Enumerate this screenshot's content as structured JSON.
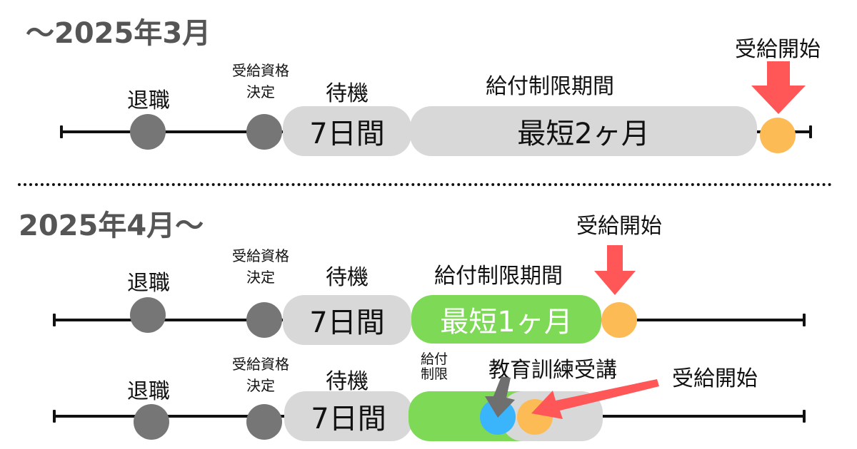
{
  "colors": {
    "heading": "#555555",
    "milestone_gray": "#767676",
    "benefit_start_orange": "#fdbb56",
    "training_blue": "#3ab4fa",
    "period_gray": "#d8d8d8",
    "restriction_green": "#7ed957",
    "arrow_red": "#ff5757",
    "arrow_gray": "#6f6f6f"
  },
  "section_before": {
    "heading": "～2025年3月",
    "timeline": {
      "retirement_label": "退職",
      "eligibility_label_line1": "受給資格",
      "eligibility_label_line2": "決定",
      "waiting_label": "待機",
      "waiting_period": "7日間",
      "restriction_label": "給付制限期間",
      "restriction_period": "最短2ヶ月",
      "benefit_start_label": "受給開始"
    }
  },
  "section_after": {
    "heading": "2025年4月～",
    "timeline_normal": {
      "retirement_label": "退職",
      "eligibility_label_line1": "受給資格",
      "eligibility_label_line2": "決定",
      "waiting_label": "待機",
      "waiting_period": "7日間",
      "restriction_label": "給付制限期間",
      "restriction_period": "最短1ヶ月",
      "benefit_start_label": "受給開始"
    },
    "timeline_training": {
      "retirement_label": "退職",
      "eligibility_label_line1": "受給資格",
      "eligibility_label_line2": "決定",
      "waiting_label": "待機",
      "waiting_period": "7日間",
      "restriction_label_line1": "給付",
      "restriction_label_line2": "制限",
      "training_label": "教育訓練受講",
      "benefit_start_label": "受給開始"
    }
  }
}
